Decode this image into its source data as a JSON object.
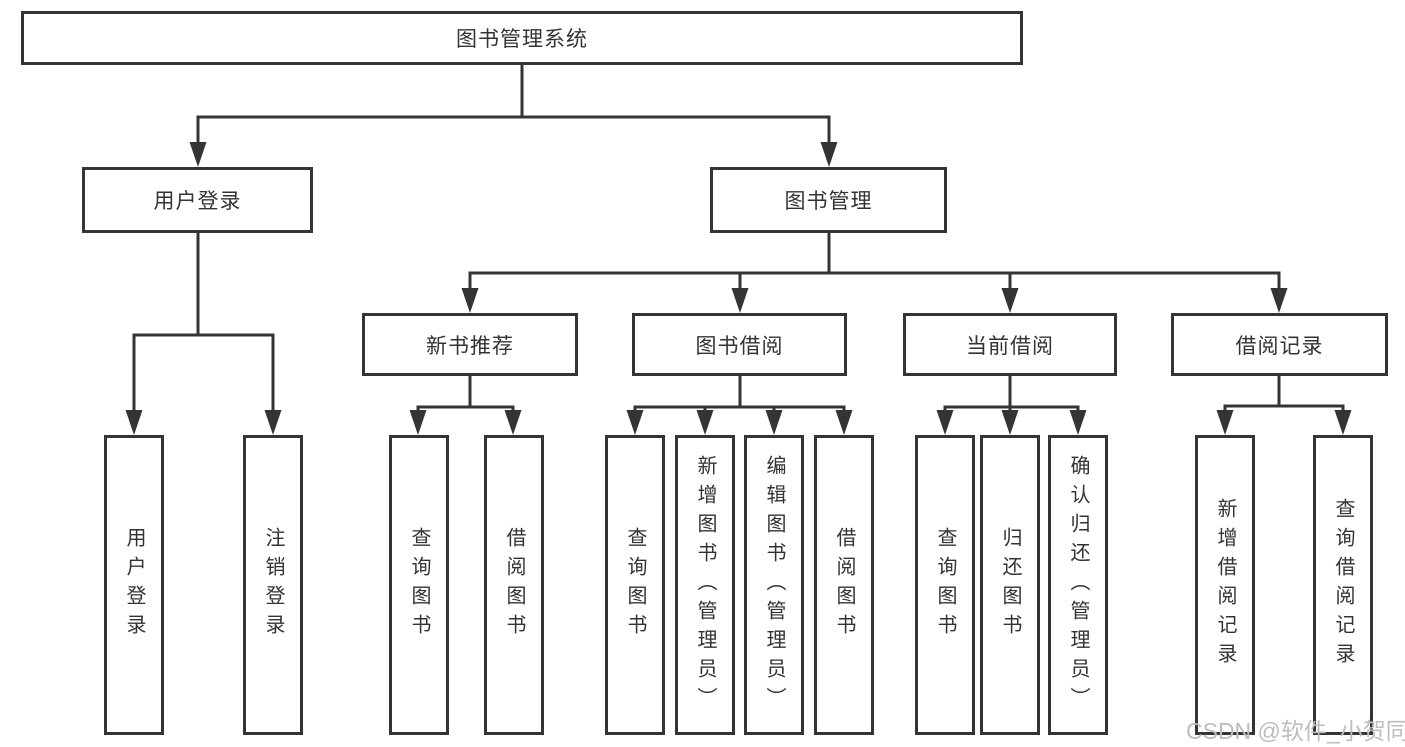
{
  "diagram": {
    "root": {
      "label": "图书管理系统"
    },
    "branches": [
      {
        "label": "用户登录",
        "children": [
          {
            "label": "用户登录"
          },
          {
            "label": "注销登录"
          }
        ]
      },
      {
        "label": "图书管理",
        "children": [
          {
            "label": "新书推荐",
            "children": [
              {
                "label": "查询图书"
              },
              {
                "label": "借阅图书"
              }
            ]
          },
          {
            "label": "图书借阅",
            "children": [
              {
                "label": "查询图书"
              },
              {
                "label": "新增图书（管理员）"
              },
              {
                "label": "编辑图书（管理员）"
              },
              {
                "label": "借阅图书"
              }
            ]
          },
          {
            "label": "当前借阅",
            "children": [
              {
                "label": "查询图书"
              },
              {
                "label": "归还图书"
              },
              {
                "label": "确认归还（管理员）"
              }
            ]
          },
          {
            "label": "借阅记录",
            "children": [
              {
                "label": "新增借阅记录"
              },
              {
                "label": "查询借阅记录"
              }
            ]
          }
        ]
      }
    ]
  },
  "watermark": {
    "text": "CSDN @软件_小贺同学"
  },
  "colors": {
    "line": "#343434",
    "box_border": "#343434",
    "text": "#333333",
    "watermark": "#bdbdbd",
    "background": "#ffffff"
  }
}
